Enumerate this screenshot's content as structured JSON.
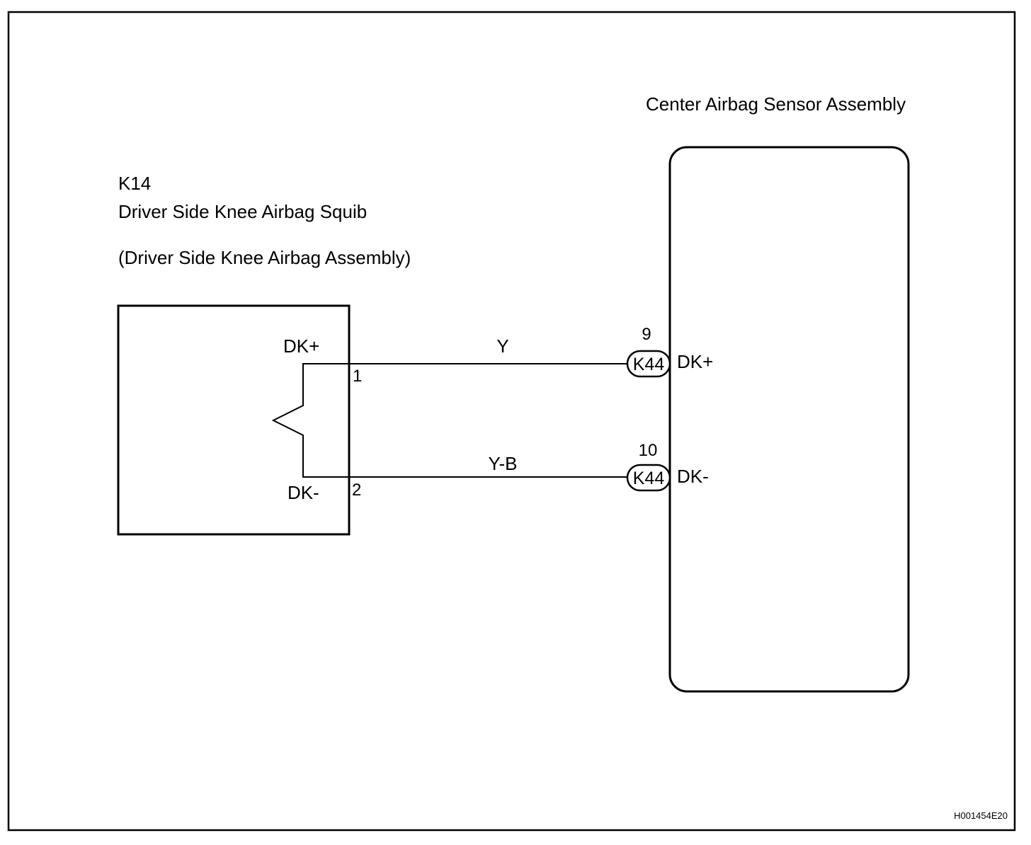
{
  "squib": {
    "code": "K14",
    "name": "Driver Side Knee Airbag Squib",
    "assembly": "(Driver Side Knee Airbag Assembly)",
    "pin_plus_label": "DK+",
    "pin_minus_label": "DK-",
    "pin_plus_number": "1",
    "pin_minus_number": "2"
  },
  "sensor": {
    "name": "Center Airbag Sensor Assembly",
    "pin_plus_label": "DK+",
    "pin_minus_label": "DK-",
    "pin_plus_number": "9",
    "pin_minus_number": "10",
    "connector_plus": "K44",
    "connector_minus": "K44"
  },
  "wires": {
    "upper_color": "Y",
    "lower_color": "Y-B"
  },
  "figure_code": "H001454E20"
}
